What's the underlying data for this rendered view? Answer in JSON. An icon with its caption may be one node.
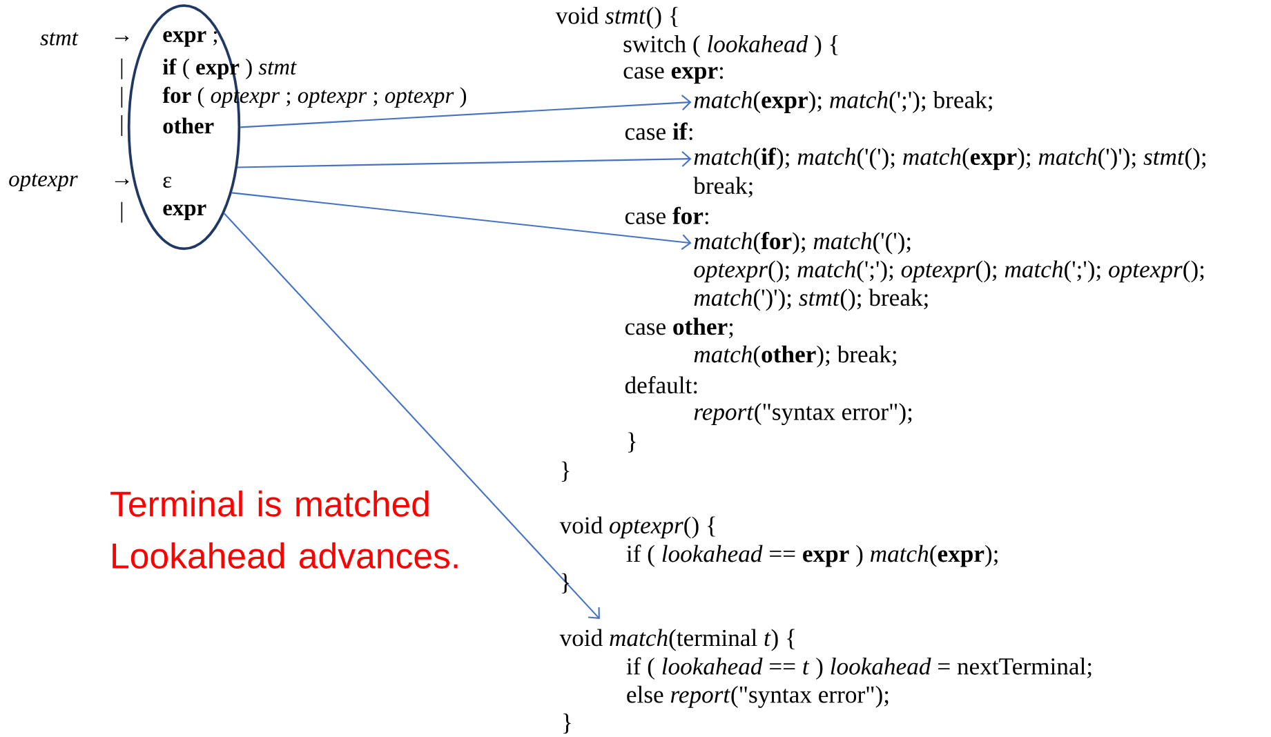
{
  "diagram": {
    "nodes": [
      {
        "text": [],
        "shape": "ellipse"
      },
      {
        "text": [
          "*match*(**expr**); *match*(';'); break;"
        ]
      },
      {
        "text": [
          "*match*(**if**); *match*('('); *match*(**expr**); *match*(')'); *stmt*();"
        ]
      },
      {
        "text": [
          "*match*(**for**); *match*('(');"
        ]
      },
      {
        "text": [
          "void *match*(terminal *t*) {"
        ]
      }
    ],
    "edges": [
      {
        "from": 0,
        "to": 1,
        "arrow": "to"
      },
      {
        "from": 0,
        "to": 2,
        "arrow": "to"
      },
      {
        "from": 0,
        "to": 3,
        "arrow": "to"
      },
      {
        "from": 0,
        "to": 4,
        "arrow": "to"
      }
    ],
    "labels": [
      "stmt",
      "→",
      "**expr** ;",
      "|",
      "**if** ( **expr** ) *stmt*",
      "|",
      "**for** ( *optexpr* ; *optexpr* ; *optexpr* )",
      "|",
      "other",
      "optexpr",
      "→",
      "ε",
      "|",
      "expr",
      "void *stmt*() {",
      "switch ( *lookahead* ) {",
      "case **expr**:",
      "case **if**:",
      "break;",
      "case **for**:",
      "*optexpr*(); *match*(';'); *optexpr*(); *match*(';'); *optexpr*();",
      "*match*(')'); *stmt*(); break;",
      "case **other**;",
      "*match*(**other**); break;",
      "default:",
      "*report*(\"syntax error\");",
      "}",
      "}",
      "void *optexpr*() {",
      "if ( *lookahead* == **expr** ) *match*(**expr**);",
      "}",
      "if ( *lookahead* == *t* ) *lookahead* = nextTerminal;",
      "else *report*(\"syntax error\");",
      "}",
      "Terminal is matched Lookahead advances."
    ]
  }
}
